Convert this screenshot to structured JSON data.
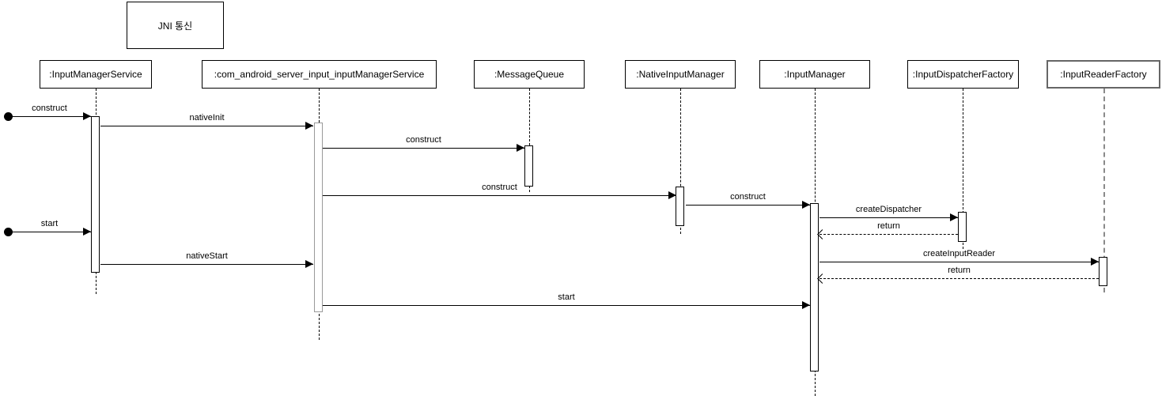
{
  "diagram": {
    "kind": "uml-sequence-diagram",
    "title": "JNI 통신",
    "colors": {
      "line": "#000000",
      "secondary_gray": "#999999",
      "emphasis_gray": "#666666",
      "background": "#ffffff"
    },
    "actors": [
      {
        "label": ":InputManagerService"
      },
      {
        "label": ":com_android_server_input_inputManagerService"
      },
      {
        "label": ":MessageQueue"
      },
      {
        "label": ":NativeInputManager"
      },
      {
        "label": ":InputManager"
      },
      {
        "label": ":InputDispatcherFactory"
      },
      {
        "label": ":InputReaderFactory"
      }
    ],
    "messages": [
      {
        "label": "construct",
        "from": "found",
        "to": ":InputManagerService",
        "style": "sync"
      },
      {
        "label": "nativeInit",
        "from": ":InputManagerService",
        "to": ":com_android_server_input_inputManagerService",
        "style": "sync"
      },
      {
        "label": "construct",
        "from": ":com_android_server_input_inputManagerService",
        "to": ":MessageQueue",
        "style": "sync"
      },
      {
        "label": "construct",
        "from": ":com_android_server_input_inputManagerService",
        "to": ":NativeInputManager",
        "style": "sync"
      },
      {
        "label": "construct",
        "from": ":NativeInputManager",
        "to": ":InputManager",
        "style": "sync"
      },
      {
        "label": "createDispatcher",
        "from": ":InputManager",
        "to": ":InputDispatcherFactory",
        "style": "sync"
      },
      {
        "label": "return",
        "from": ":InputDispatcherFactory",
        "to": ":InputManager",
        "style": "return"
      },
      {
        "label": "start",
        "from": "found",
        "to": ":InputManagerService",
        "style": "sync"
      },
      {
        "label": "nativeStart",
        "from": ":InputManagerService",
        "to": ":com_android_server_input_inputManagerService",
        "style": "sync"
      },
      {
        "label": "createInputReader",
        "from": ":InputManager",
        "to": ":InputReaderFactory",
        "style": "sync"
      },
      {
        "label": "return",
        "from": ":InputReaderFactory",
        "to": ":InputManager",
        "style": "return"
      },
      {
        "label": "start",
        "from": ":com_android_server_input_inputManagerService",
        "to": ":InputManager",
        "style": "sync"
      }
    ]
  }
}
